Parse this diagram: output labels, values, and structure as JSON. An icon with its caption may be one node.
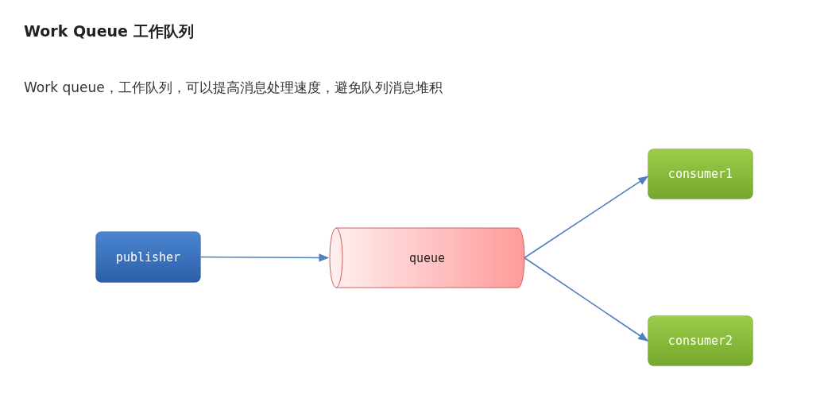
{
  "diagram": {
    "title": "Work Queue 工作队列",
    "nodes": [
      {
        "text": [
          "publisher"
        ]
      },
      {
        "text": [
          "queue"
        ]
      },
      {
        "text": [
          "consumer1"
        ]
      },
      {
        "text": [
          "consumer2"
        ]
      }
    ],
    "edges": [
      {
        "from": 0,
        "to": 1,
        "arrow": "to"
      },
      {
        "from": 1,
        "to": 2,
        "arrow": "to"
      },
      {
        "from": 1,
        "to": 3,
        "arrow": "to"
      }
    ],
    "labels": [
      "Work queue，工作队列，可以提高消息处理速度，避免队列消息堆积"
    ]
  }
}
